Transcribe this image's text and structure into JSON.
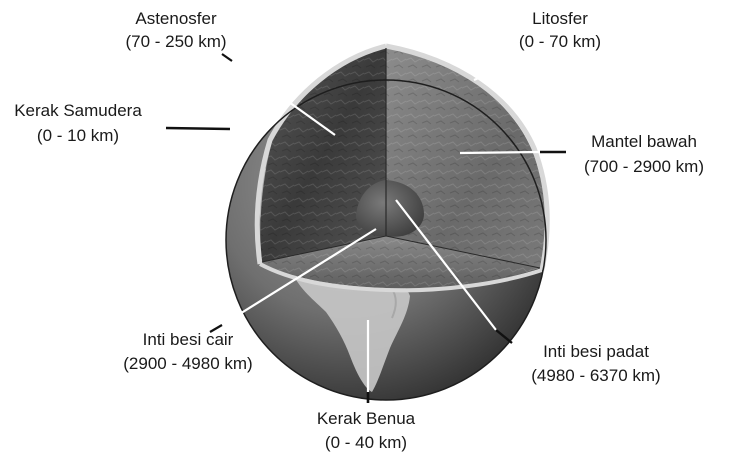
{
  "labels": {
    "astenosfer": {
      "name": "Astenosfer",
      "range": "(70 - 250 km)"
    },
    "litosfer": {
      "name": "Litosfer",
      "range": "(0 - 70 km)"
    },
    "kerak_samudera": {
      "name": "Kerak Samudera",
      "range": "(0 - 10 km)"
    },
    "mantel_bawah": {
      "name": "Mantel  bawah",
      "range": "(700 - 2900 km)"
    },
    "inti_besi_cair": {
      "name": "Inti besi cair",
      "range": "(2900 - 4980 km)"
    },
    "inti_besi_padat": {
      "name": "Inti besi padat",
      "range": "(4980 - 6370 km)"
    },
    "kerak_benua": {
      "name": "Kerak Benua",
      "range": "(0 - 40 km)"
    }
  },
  "colors": {
    "background": "#ffffff",
    "text": "#1a1a1a",
    "leader_line": "#111111",
    "leader_line_on_globe": "#ffffff"
  }
}
